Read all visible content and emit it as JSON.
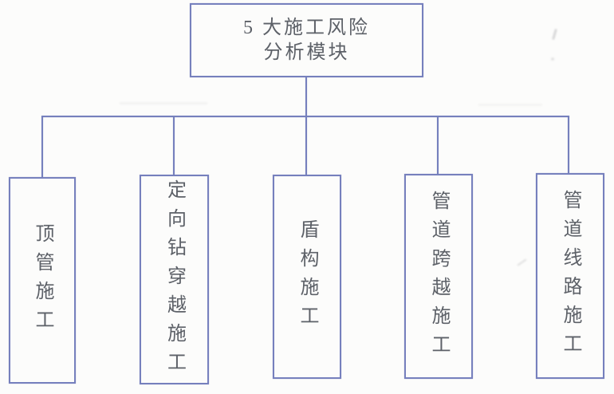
{
  "chart": {
    "root": {
      "line1": "5 大施工风险",
      "line2": "分析模块"
    },
    "children": [
      {
        "label": "顶管施工"
      },
      {
        "label": "定向钻穿越施工"
      },
      {
        "label": "盾构施工"
      },
      {
        "label": "管道跨越施工"
      },
      {
        "label": "管道线路施工"
      }
    ]
  },
  "colors": {
    "line": "#7680bd",
    "text": "#5d6168",
    "background": "#fcfcfb"
  }
}
